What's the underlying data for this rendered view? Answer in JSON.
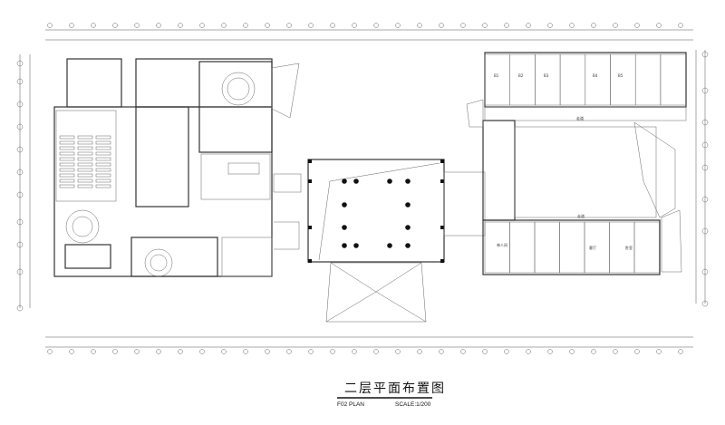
{
  "drawing": {
    "title": "二层平面布置图",
    "plan_code": "F02  PLAN",
    "scale": "SCALE:1/200",
    "line_color": "#333333"
  },
  "rooms": {
    "corridor_top": "走道",
    "corridor_bottom": "走道",
    "top_wing": [
      "B1",
      "B2",
      "B3",
      "B4",
      "B5"
    ],
    "single_room": "单人间",
    "living_room": "客厅",
    "bedroom": "卧室"
  }
}
